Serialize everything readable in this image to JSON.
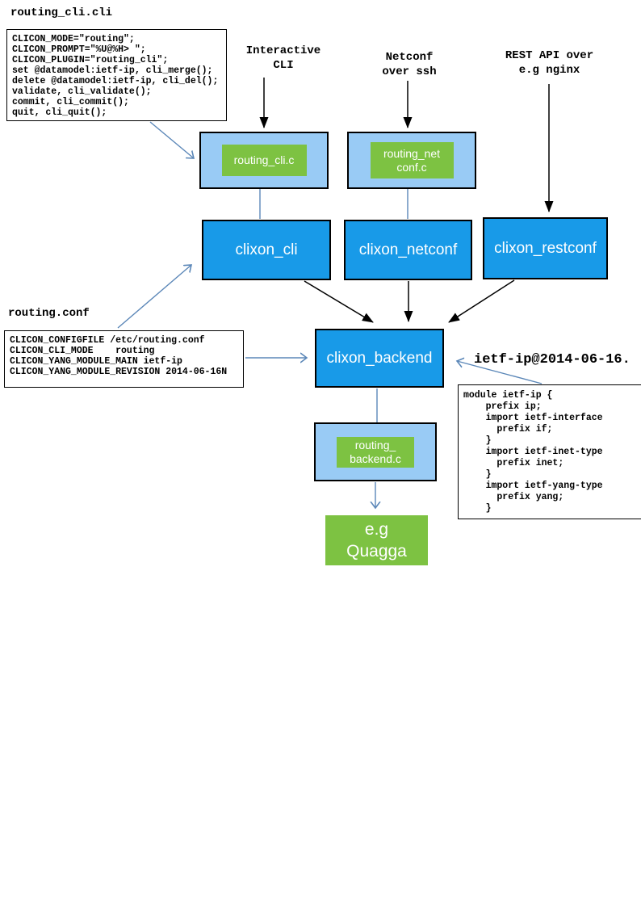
{
  "colors": {
    "process_blue": "#189AE8",
    "panel_blue": "#99CBF5",
    "plugin_green": "#7DC242",
    "arrow_blue": "#5B87B8",
    "arrow_black": "#000000"
  },
  "files": {
    "routing_cli": {
      "title": "routing_cli.cli",
      "code": [
        "CLICON_MODE=\"routing\";",
        "CLICON_PROMPT=\"%U@%H> \";",
        "CLICON_PLUGIN=\"routing_cli\";",
        "set @datamodel:ietf-ip, cli_merge();",
        "delete @datamodel:ietf-ip, cli_del();",
        "validate, cli_validate();",
        "commit, cli_commit();",
        "quit, cli_quit();"
      ]
    },
    "routing_conf": {
      "title": "routing.conf",
      "code": [
        "CLICON_CONFIGFILE /etc/routing.conf",
        "CLICON_CLI_MODE    routing",
        "CLICON_YANG_MODULE_MAIN ietf-ip",
        "CLICON_YANG_MODULE_REVISION 2014-06-16N"
      ]
    },
    "ietf_ip_yang": {
      "label": "ietf-ip@2014-06-16.",
      "code": [
        "module ietf-ip {",
        "    prefix ip;",
        "    import ietf-interface",
        "      prefix if;",
        "    }",
        "    import ietf-inet-type",
        "      prefix inet;",
        "    }",
        "    import ietf-yang-type",
        "      prefix yang;",
        "    }"
      ]
    }
  },
  "access_labels": {
    "cli": "Interactive\nCLI",
    "netconf": "Netconf\nover ssh",
    "restconf": "REST API over\ne.g nginx"
  },
  "plugins": {
    "cli": "routing_cli.c",
    "netconf": "routing_net\nconf.c",
    "backend": "routing_\nbackend.c"
  },
  "processes": {
    "cli": "clixon_cli",
    "netconf": "clixon_netconf",
    "restconf": "clixon_restconf",
    "backend": "clixon_backend"
  },
  "external": {
    "quagga": "e.g\nQuagga"
  }
}
